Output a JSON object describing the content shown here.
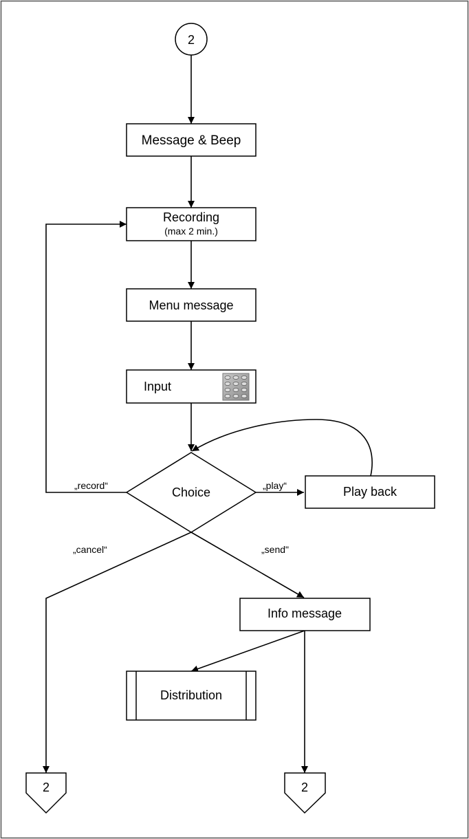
{
  "nodes": {
    "start_connector": "2",
    "message_beep": "Message & Beep",
    "recording": "Recording",
    "recording_note": "(max 2 min.)",
    "menu_message": "Menu message",
    "input": "Input",
    "choice": "Choice",
    "play_back": "Play back",
    "info_message": "Info message",
    "distribution": "Distribution",
    "end_connector_left": "2",
    "end_connector_right": "2"
  },
  "edge_labels": {
    "record": "„record“",
    "play": "„play“",
    "cancel": "„cancel“",
    "send": "„send\""
  },
  "icons": {
    "input": "keypad-icon"
  }
}
